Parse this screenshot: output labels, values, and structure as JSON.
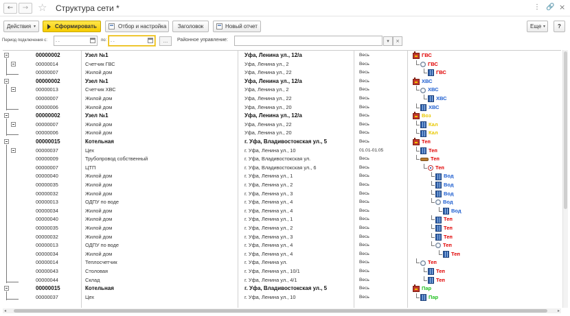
{
  "window": {
    "title": "Структура сети *",
    "nav_back": "←",
    "nav_forward": "→",
    "star": "☆",
    "menu_icon": "⋮",
    "link_icon": "🔗",
    "close_icon": "×"
  },
  "toolbar": {
    "actions": "Действия",
    "generate": "Сформировать",
    "filter": "Отбор и настройка",
    "header": "Заголовок",
    "new_report": "Новый отчет",
    "more": "Еще",
    "help": "?",
    "caret": "▾"
  },
  "filters": {
    "period_label": "Период подключения с:",
    "to_label": "по:",
    "date_from": " .  .",
    "date_to": " .  .",
    "dots_button": "...",
    "district_label": "Районное управление:",
    "district_value": "",
    "dropdown_button": "▾",
    "clear_button": "×"
  },
  "report": {
    "rows": [
      {
        "code": "00000002",
        "name": "Узел №1",
        "address": "Уфа, Ленина ул., 12/а",
        "period": "Весь",
        "bold": true
      },
      {
        "code": "00000014",
        "name": "Счетчик ГВС",
        "address": "Уфа, Ленина ул., 2",
        "period": "Весь"
      },
      {
        "code": "00000007",
        "name": "Жилой дом",
        "address": "Уфа, Ленина ул., 22",
        "period": "Весь"
      },
      {
        "code": "00000002",
        "name": "Узел №1",
        "address": "Уфа, Ленина ул., 12/а",
        "period": "Весь",
        "bold": true
      },
      {
        "code": "00000013",
        "name": "Счетчик ХВС",
        "address": "Уфа, Ленина ул., 2",
        "period": "Весь"
      },
      {
        "code": "00000007",
        "name": "Жилой дом",
        "address": "Уфа, Ленина ул., 22",
        "period": "Весь"
      },
      {
        "code": "00000006",
        "name": "Жилой дом",
        "address": "Уфа, Ленина ул., 20",
        "period": "Весь"
      },
      {
        "code": "00000002",
        "name": "Узел №1",
        "address": "Уфа, Ленина ул., 12/а",
        "period": "Весь",
        "bold": true
      },
      {
        "code": "00000007",
        "name": "Жилой дом",
        "address": "Уфа, Ленина ул., 22",
        "period": "Весь"
      },
      {
        "code": "00000006",
        "name": "Жилой дом",
        "address": "Уфа, Ленина ул., 20",
        "period": "Весь"
      },
      {
        "code": "00000015",
        "name": "Котельная",
        "address": "г. Уфа, Владивостокская ул., 5",
        "period": "Весь",
        "bold": true
      },
      {
        "code": "00000037",
        "name": "Цех",
        "address": "г. Уфа, Ленина ул., 10",
        "period": "01.01-01.05"
      },
      {
        "code": "00000009",
        "name": "Трубопровод собственный",
        "address": "г. Уфа, Владивостокская ул.",
        "period": "Весь"
      },
      {
        "code": "00000007",
        "name": "ЦТП",
        "address": "г. Уфа, Владивостокская ул., 6",
        "period": "Весь"
      },
      {
        "code": "00000040",
        "name": "Жилой дом",
        "address": "г. Уфа, Ленина ул., 1",
        "period": "Весь"
      },
      {
        "code": "00000035",
        "name": "Жилой дом",
        "address": "г. Уфа, Ленина ул., 2",
        "period": "Весь"
      },
      {
        "code": "00000032",
        "name": "Жилой дом",
        "address": "г. Уфа, Ленина ул., 3",
        "period": "Весь"
      },
      {
        "code": "00000013",
        "name": "ОДПУ по воде",
        "address": "г. Уфа, Ленина ул., 4",
        "period": "Весь"
      },
      {
        "code": "00000034",
        "name": "Жилой дом",
        "address": "г. Уфа, Ленина ул., 4",
        "period": "Весь"
      },
      {
        "code": "00000040",
        "name": "Жилой дом",
        "address": "г. Уфа, Ленина ул., 1",
        "period": "Весь"
      },
      {
        "code": "00000035",
        "name": "Жилой дом",
        "address": "г. Уфа, Ленина ул., 2",
        "period": "Весь"
      },
      {
        "code": "00000032",
        "name": "Жилой дом",
        "address": "г. Уфа, Ленина ул., 3",
        "period": "Весь"
      },
      {
        "code": "00000013",
        "name": "ОДПУ по воде",
        "address": "г. Уфа, Ленина ул., 4",
        "period": "Весь"
      },
      {
        "code": "00000034",
        "name": "Жилой дом",
        "address": "г. Уфа, Ленина ул., 4",
        "period": "Весь"
      },
      {
        "code": "00000014",
        "name": "Теплосчетчик",
        "address": "г. Уфа, Ленина ул.",
        "period": "Весь"
      },
      {
        "code": "00000043",
        "name": "Столовая",
        "address": "г. Уфа, Ленина ул., 10/1",
        "period": "Весь"
      },
      {
        "code": "00000044",
        "name": "Склад",
        "address": "г. Уфа, Ленина ул., 4/1",
        "period": "Весь"
      },
      {
        "code": "00000015",
        "name": "Котельная",
        "address": "г. Уфа, Владивостокская ул., 5",
        "period": "Весь",
        "bold": true
      },
      {
        "code": "00000037",
        "name": "Цех",
        "address": "г. Уфа, Ленина ул., 10",
        "period": "Весь"
      }
    ],
    "tree": [
      {
        "level": 0,
        "icon": "boiler",
        "label": "ГВС",
        "color": "#e00000"
      },
      {
        "level": 1,
        "icon": "meter",
        "label": "ГВС",
        "color": "#e00000"
      },
      {
        "level": 2,
        "icon": "house",
        "label": "ГВС",
        "color": "#e00000"
      },
      {
        "level": 0,
        "icon": "boiler",
        "label": "ХВС",
        "color": "#1f5fd0"
      },
      {
        "level": 1,
        "icon": "meter",
        "label": "ХВС",
        "color": "#1f5fd0"
      },
      {
        "level": 2,
        "icon": "house",
        "label": "ХВС",
        "color": "#1f5fd0"
      },
      {
        "level": 1,
        "icon": "house",
        "label": "ХВС",
        "color": "#1f5fd0"
      },
      {
        "level": 0,
        "icon": "boiler",
        "label": "Воз",
        "color": "#e8c800"
      },
      {
        "level": 1,
        "icon": "house",
        "label": "Кал",
        "color": "#e8c800"
      },
      {
        "level": 1,
        "icon": "house",
        "label": "Кал",
        "color": "#e8c800"
      },
      {
        "level": 0,
        "icon": "boiler",
        "label": "Теп",
        "color": "#e00000"
      },
      {
        "level": 1,
        "icon": "house",
        "label": "Теп",
        "color": "#e00000"
      },
      {
        "level": 1,
        "icon": "pipe",
        "label": "Теп",
        "color": "#e00000"
      },
      {
        "level": 2,
        "icon": "tp",
        "label": "Теп",
        "color": "#e00000"
      },
      {
        "level": 3,
        "icon": "house",
        "label": "Вод",
        "color": "#1f5fd0"
      },
      {
        "level": 3,
        "icon": "house",
        "label": "Вод",
        "color": "#1f5fd0"
      },
      {
        "level": 3,
        "icon": "house",
        "label": "Вод",
        "color": "#1f5fd0"
      },
      {
        "level": 3,
        "icon": "meter",
        "label": "Вод",
        "color": "#1f5fd0"
      },
      {
        "level": 4,
        "icon": "house",
        "label": "Вод",
        "color": "#1f5fd0"
      },
      {
        "level": 3,
        "icon": "house",
        "label": "Теп",
        "color": "#e00000"
      },
      {
        "level": 3,
        "icon": "house",
        "label": "Теп",
        "color": "#e00000"
      },
      {
        "level": 3,
        "icon": "house",
        "label": "Теп",
        "color": "#e00000"
      },
      {
        "level": 3,
        "icon": "meter",
        "label": "Теп",
        "color": "#e00000"
      },
      {
        "level": 4,
        "icon": "house",
        "label": "Теп",
        "color": "#e00000"
      },
      {
        "level": 1,
        "icon": "meter",
        "label": "Теп",
        "color": "#e00000"
      },
      {
        "level": 2,
        "icon": "house",
        "label": "Теп",
        "color": "#e00000"
      },
      {
        "level": 2,
        "icon": "house",
        "label": "Теп",
        "color": "#e00000"
      },
      {
        "level": 0,
        "icon": "boiler",
        "label": "Пар",
        "color": "#1fbf1f"
      },
      {
        "level": 1,
        "icon": "house",
        "label": "Пар",
        "color": "#1fbf1f"
      }
    ],
    "groups": [
      {
        "start": 0,
        "end": 2
      },
      {
        "start": 3,
        "end": 6
      },
      {
        "start": 7,
        "end": 9
      },
      {
        "start": 10,
        "end": 26
      },
      {
        "start": 27,
        "end": 28
      }
    ]
  },
  "scroll": {
    "left_arrow": "◂",
    "right_arrow": "▸"
  }
}
